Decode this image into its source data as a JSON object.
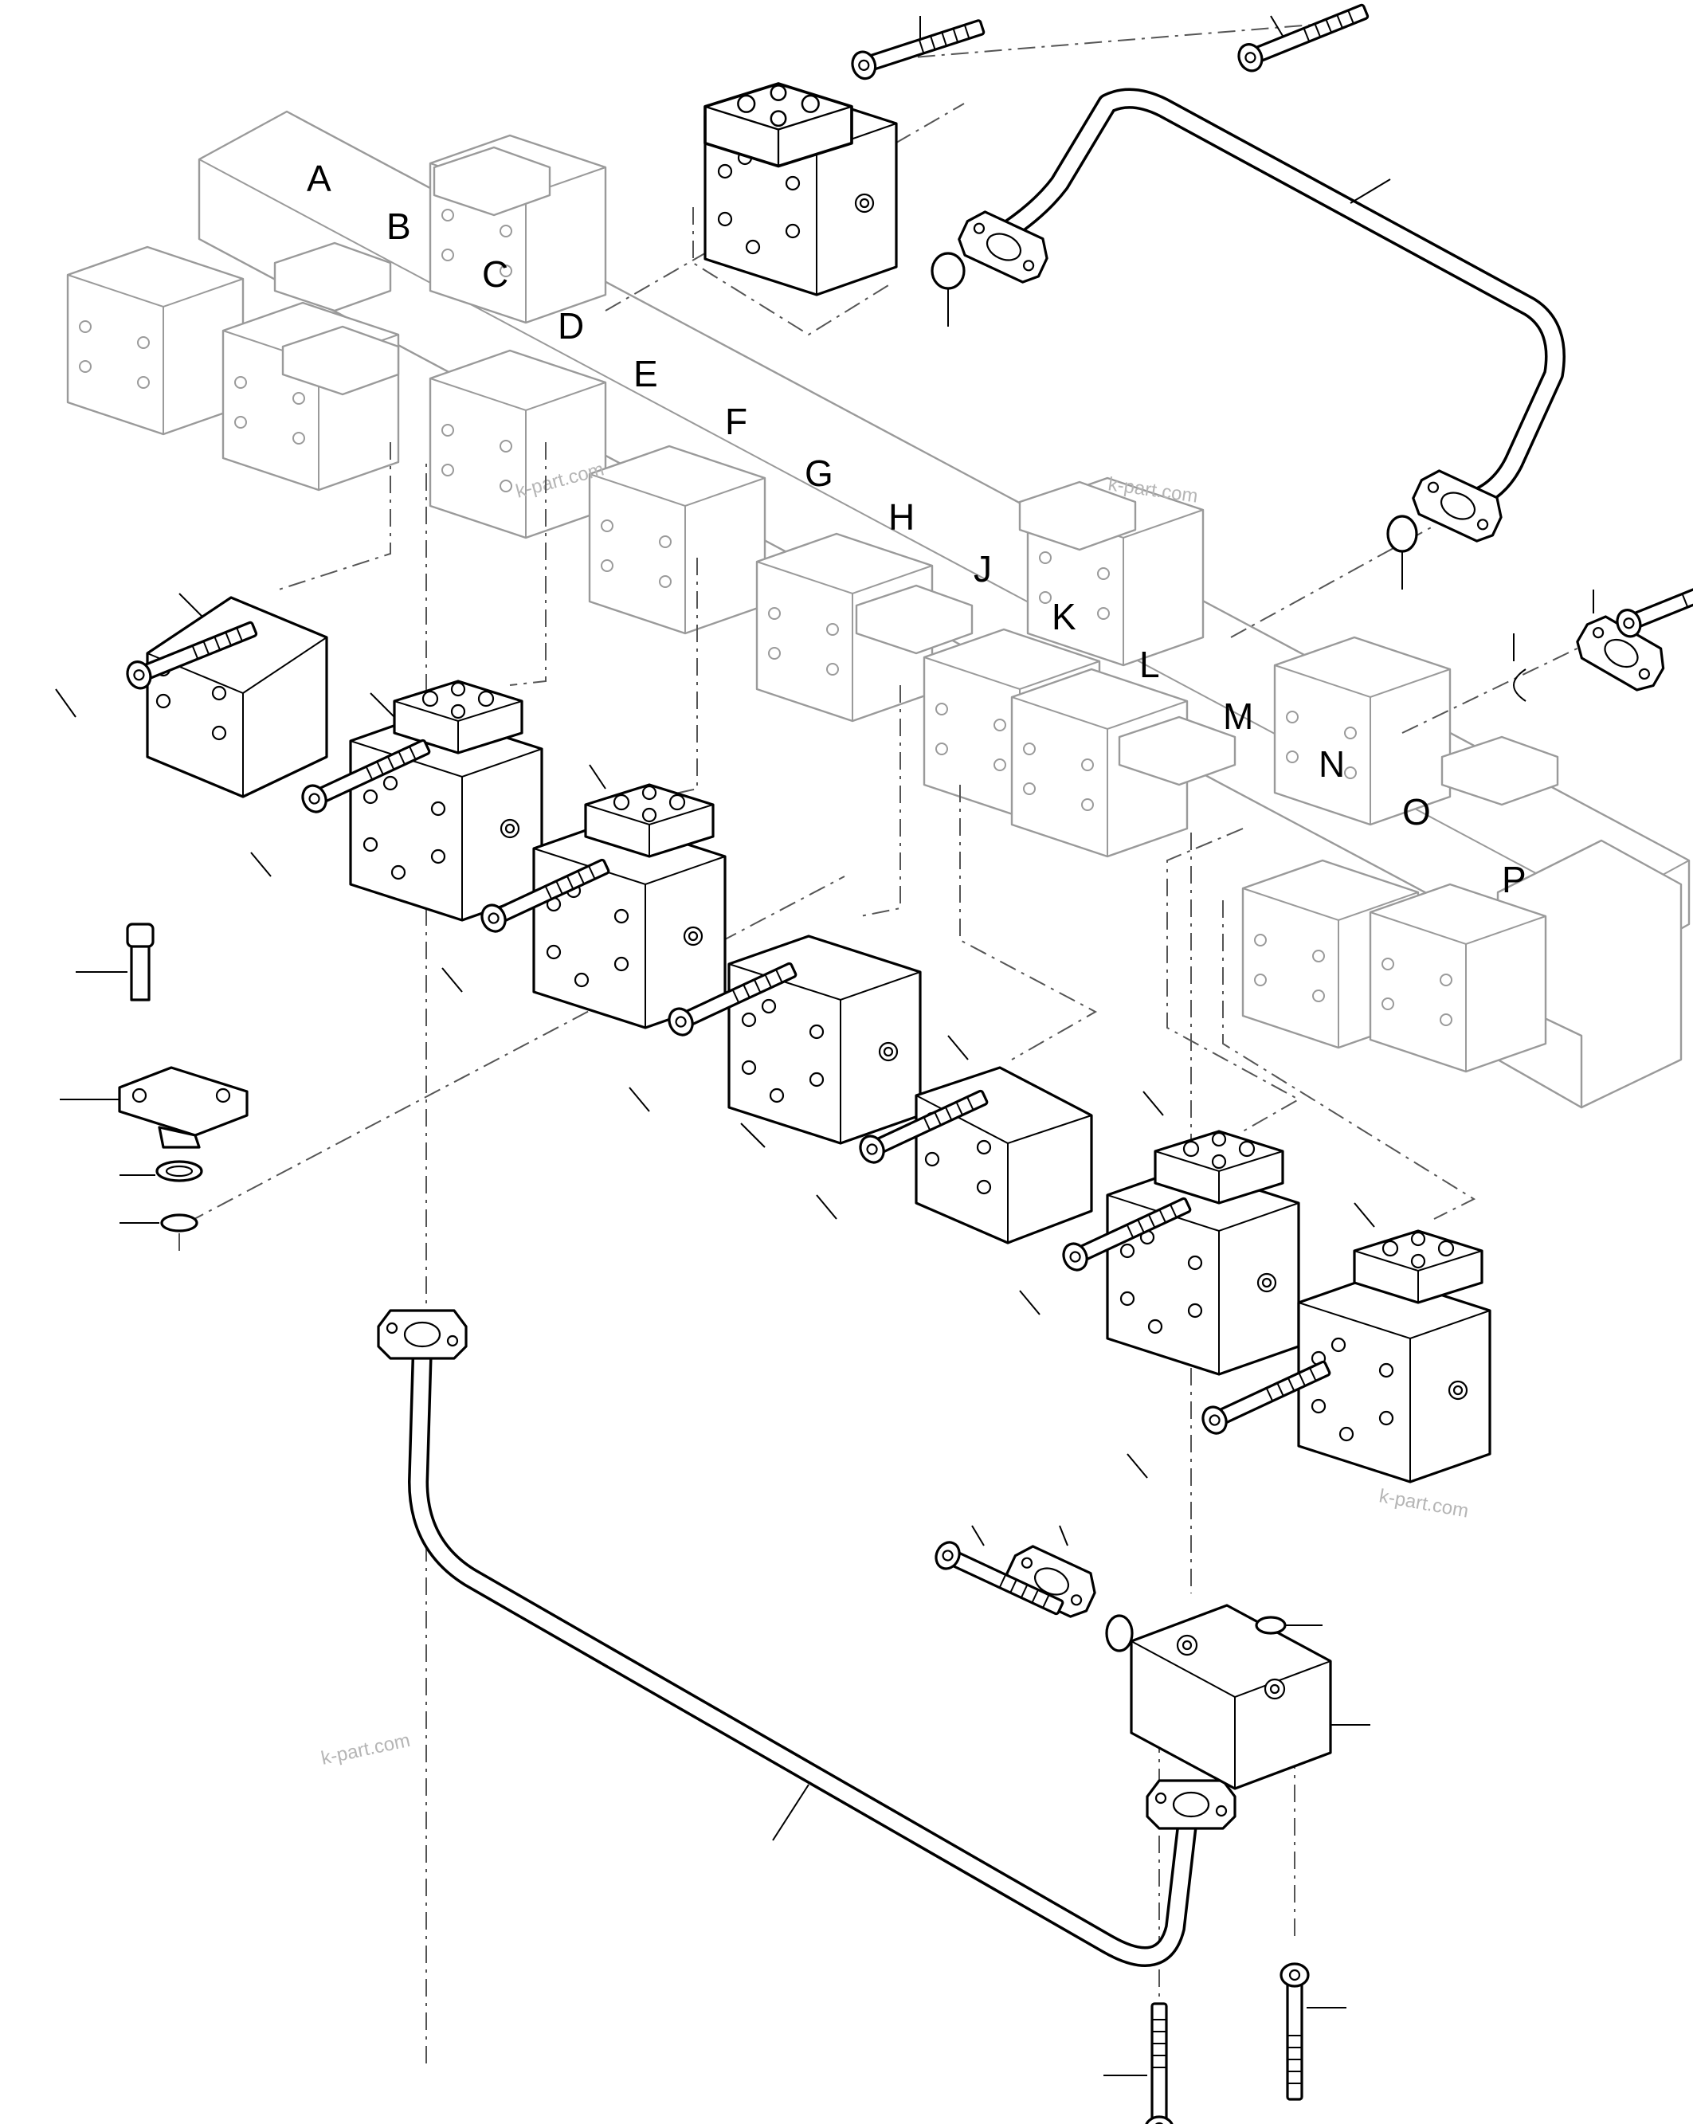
{
  "labels": [
    "A",
    "B",
    "C",
    "D",
    "E",
    "F",
    "G",
    "H",
    "J",
    "K",
    "L",
    "M",
    "N",
    "O",
    "P"
  ],
  "watermark": {
    "text": "k-part.com"
  }
}
